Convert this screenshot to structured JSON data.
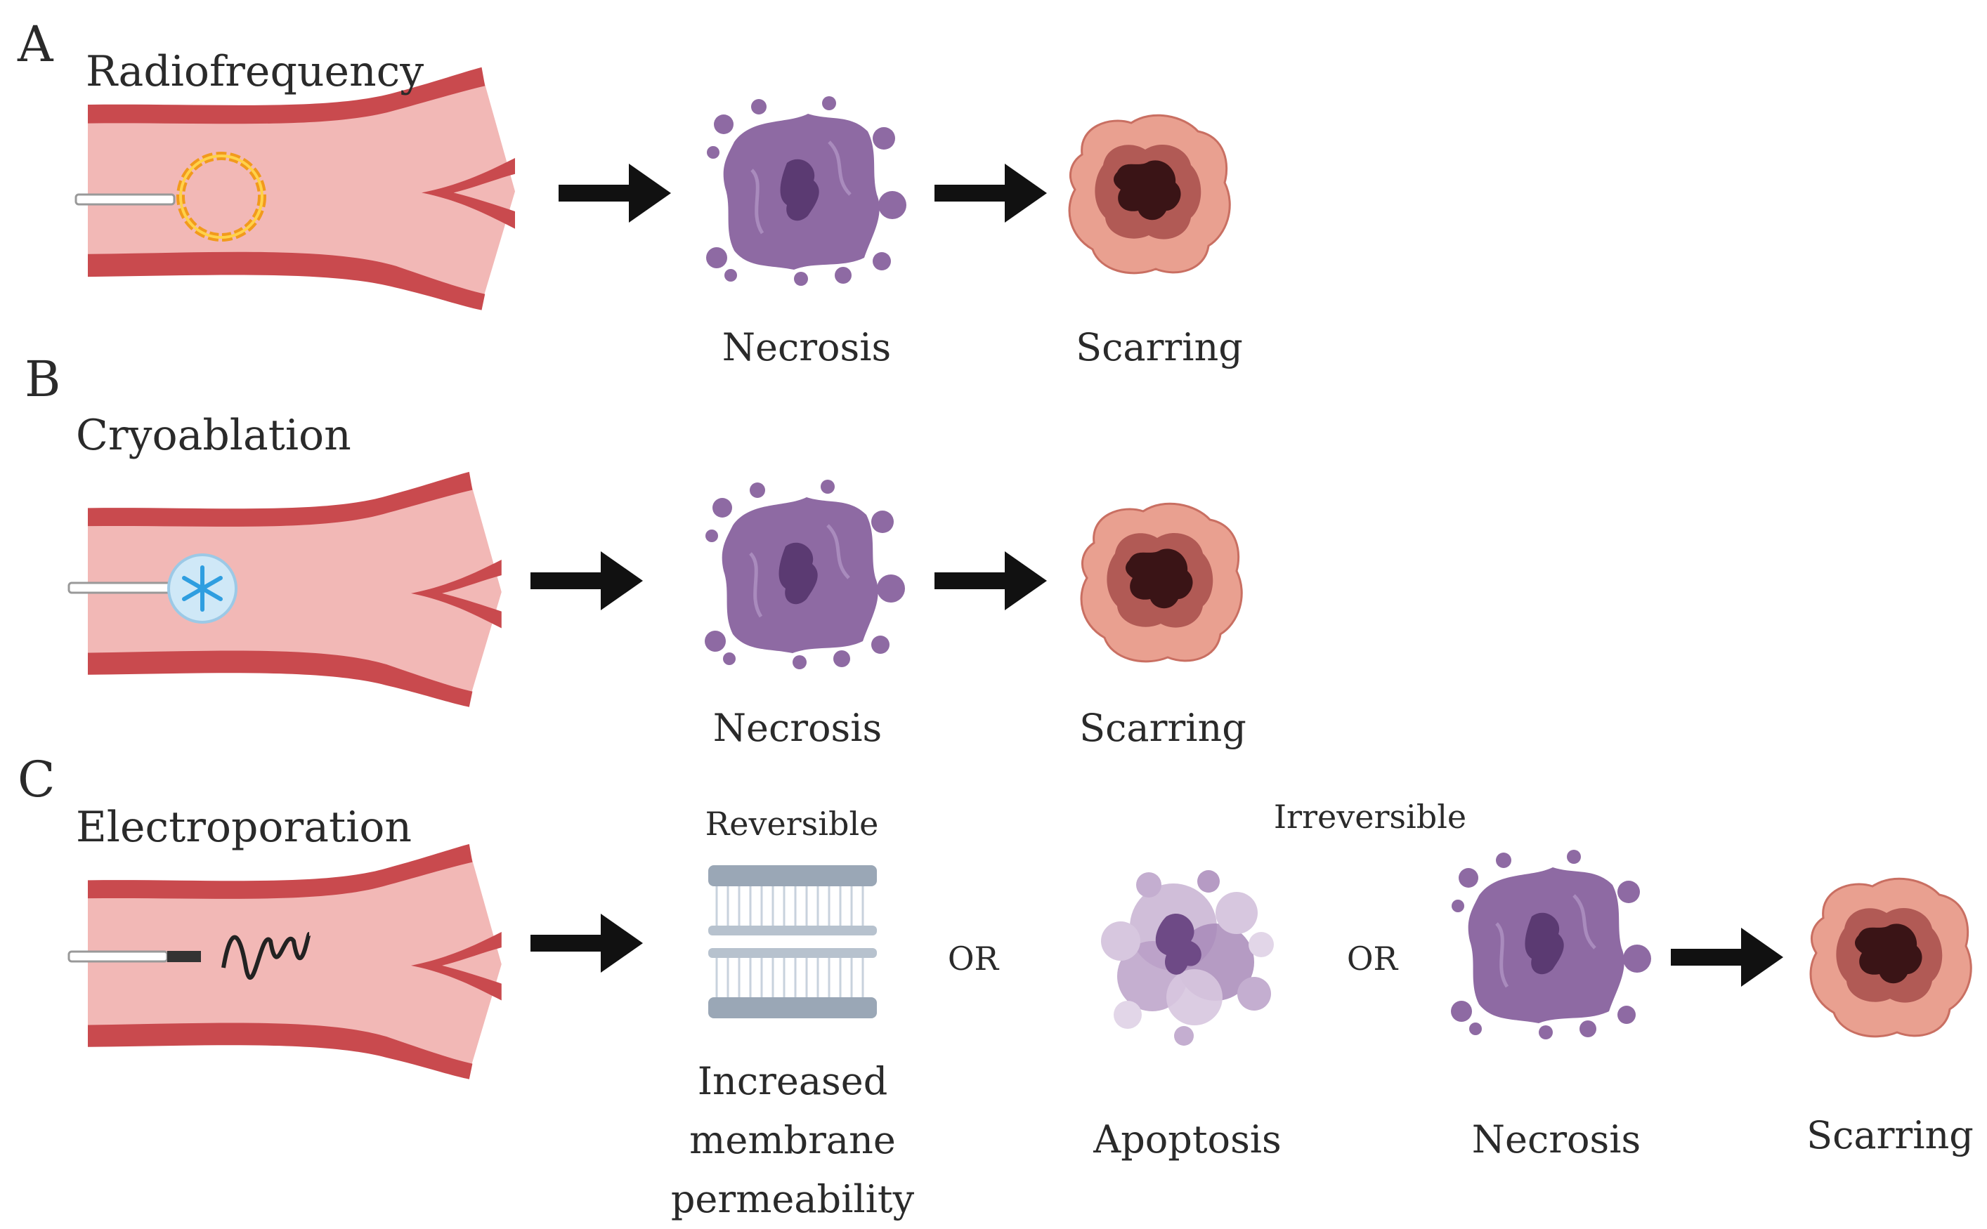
{
  "panels": [
    {
      "letter": "A",
      "title": "Radiofrequency",
      "steps": [
        "Necrosis",
        "Scarring"
      ]
    },
    {
      "letter": "B",
      "title": "Cryoablation",
      "steps": [
        "Necrosis",
        "Scarring"
      ]
    },
    {
      "letter": "C",
      "title": "Electroporation",
      "reversible": "Reversible",
      "irreversible": "Irreversible",
      "or": "OR",
      "increased": [
        "Increased",
        "membrane",
        "permeability"
      ],
      "apoptosis": "Apoptosis",
      "necrosis": "Necrosis",
      "scarring": "Scarring"
    }
  ],
  "colors": {
    "vessel_wall": "#c94a4e",
    "vessel_lumen": "#f2b8b6",
    "arrow": "#111111",
    "necrosis_cell": "#8e6aa3",
    "apoptosis_cell": "#a88ab8",
    "scar_outer": "#e9a090",
    "scar_core": "#3a1416",
    "flame": "#f29a1c",
    "ice": "#5ab4e6",
    "membrane": "#9aa7b6"
  }
}
